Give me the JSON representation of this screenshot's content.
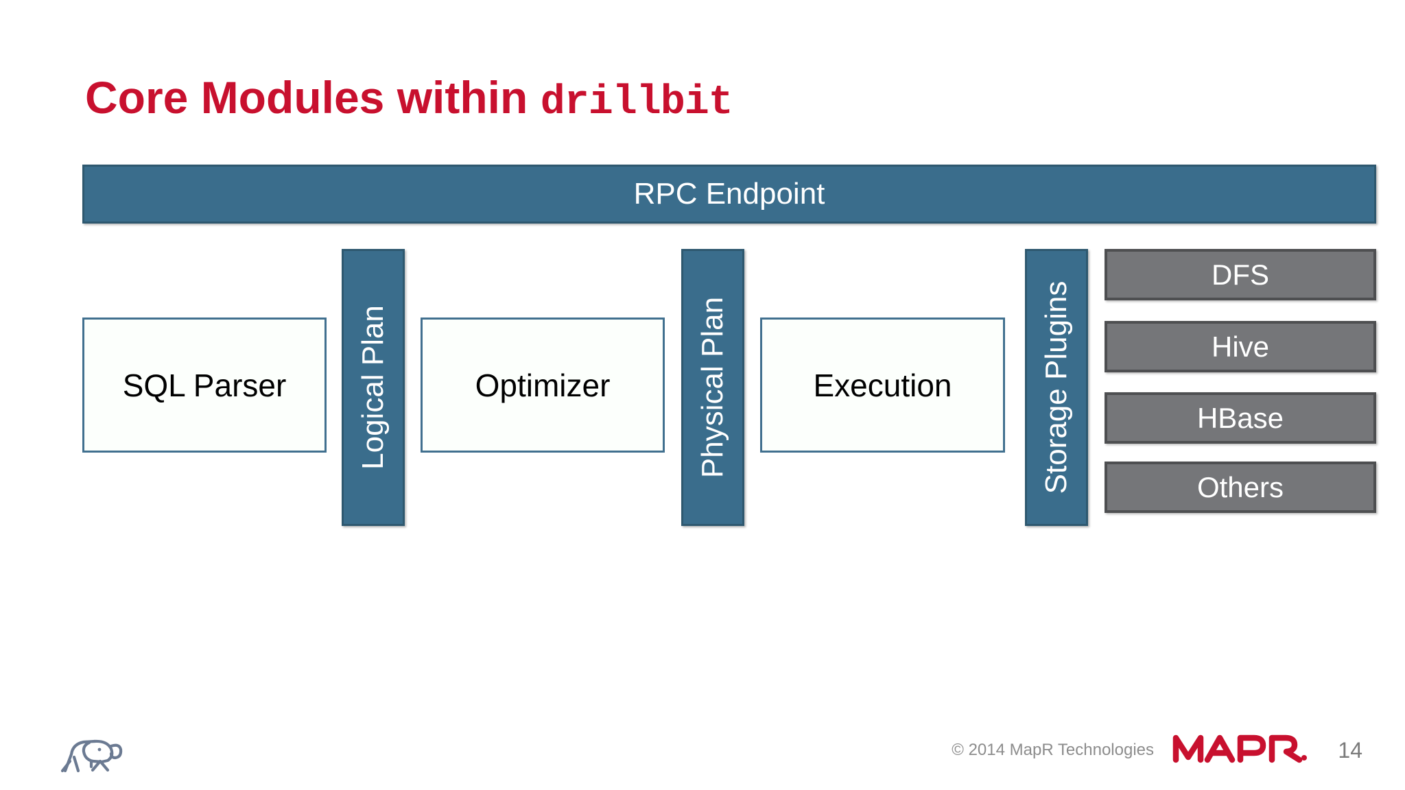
{
  "slide": {
    "title_plain": "Core Modules within ",
    "title_mono": "drillbit",
    "title_color": "#C8102E"
  },
  "diagram": {
    "top_bar": {
      "label": "RPC Endpoint",
      "fill": "#3A6D8C",
      "border": "#2E586F",
      "text_color": "#FFFFFF"
    },
    "modules": [
      {
        "label": "SQL Parser",
        "fill": "#FCFFFC",
        "border": "#41708F",
        "text_color": "#000000"
      },
      {
        "label": "Optimizer",
        "fill": "#FCFFFC",
        "border": "#41708F",
        "text_color": "#000000"
      },
      {
        "label": "Execution",
        "fill": "#FCFFFC",
        "border": "#41708F",
        "text_color": "#000000"
      }
    ],
    "connectors": [
      {
        "label": "Logical Plan",
        "fill": "#3A6D8C",
        "text_color": "#FFFFFF"
      },
      {
        "label": "Physical Plan",
        "fill": "#3A6D8C",
        "text_color": "#FFFFFF"
      },
      {
        "label": "Storage Plugins",
        "fill": "#3A6D8C",
        "text_color": "#FFFFFF"
      }
    ],
    "storage_plugins": [
      {
        "label": "DFS",
        "fill": "#757679",
        "border": "#4E4F51",
        "text_color": "#FFFFFF"
      },
      {
        "label": "Hive",
        "fill": "#757679",
        "border": "#4E4F51",
        "text_color": "#FFFFFF"
      },
      {
        "label": "HBase",
        "fill": "#757679",
        "border": "#4E4F51",
        "text_color": "#FFFFFF"
      },
      {
        "label": "Others",
        "fill": "#757679",
        "border": "#4E4F51",
        "text_color": "#FFFFFF"
      }
    ]
  },
  "footer": {
    "copyright": "© 2014 MapR Technologies",
    "brand": "MAPR",
    "page_number": "14",
    "brand_color": "#C8102E",
    "elephant_color": "#6B7A92"
  }
}
